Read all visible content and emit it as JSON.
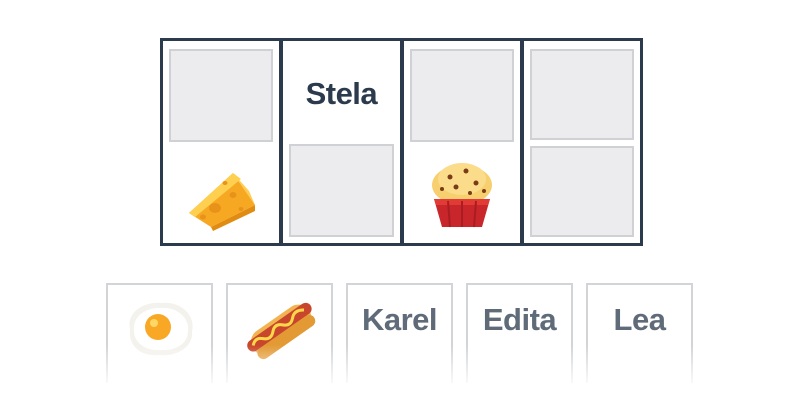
{
  "board": {
    "columns": [
      {
        "top": {
          "type": "empty"
        },
        "bottom": {
          "type": "icon",
          "icon": "cheese-icon"
        }
      },
      {
        "top": {
          "type": "name",
          "text": "Stela"
        },
        "bottom": {
          "type": "empty"
        }
      },
      {
        "top": {
          "type": "empty"
        },
        "bottom": {
          "type": "icon",
          "icon": "muffin-icon"
        }
      },
      {
        "top": {
          "type": "empty"
        },
        "bottom": {
          "type": "empty"
        }
      }
    ]
  },
  "tray": {
    "cards": [
      {
        "type": "icon",
        "icon": "fried-egg-icon"
      },
      {
        "type": "icon",
        "icon": "hotdog-icon"
      },
      {
        "type": "name",
        "text": "Karel"
      },
      {
        "type": "name",
        "text": "Edita"
      },
      {
        "type": "name",
        "text": "Lea"
      }
    ]
  },
  "colors": {
    "board_border": "#2b3a4d",
    "empty_slot": "#ececee",
    "name_text": "#2b3a4d",
    "tray_text": "#5f6b79"
  }
}
